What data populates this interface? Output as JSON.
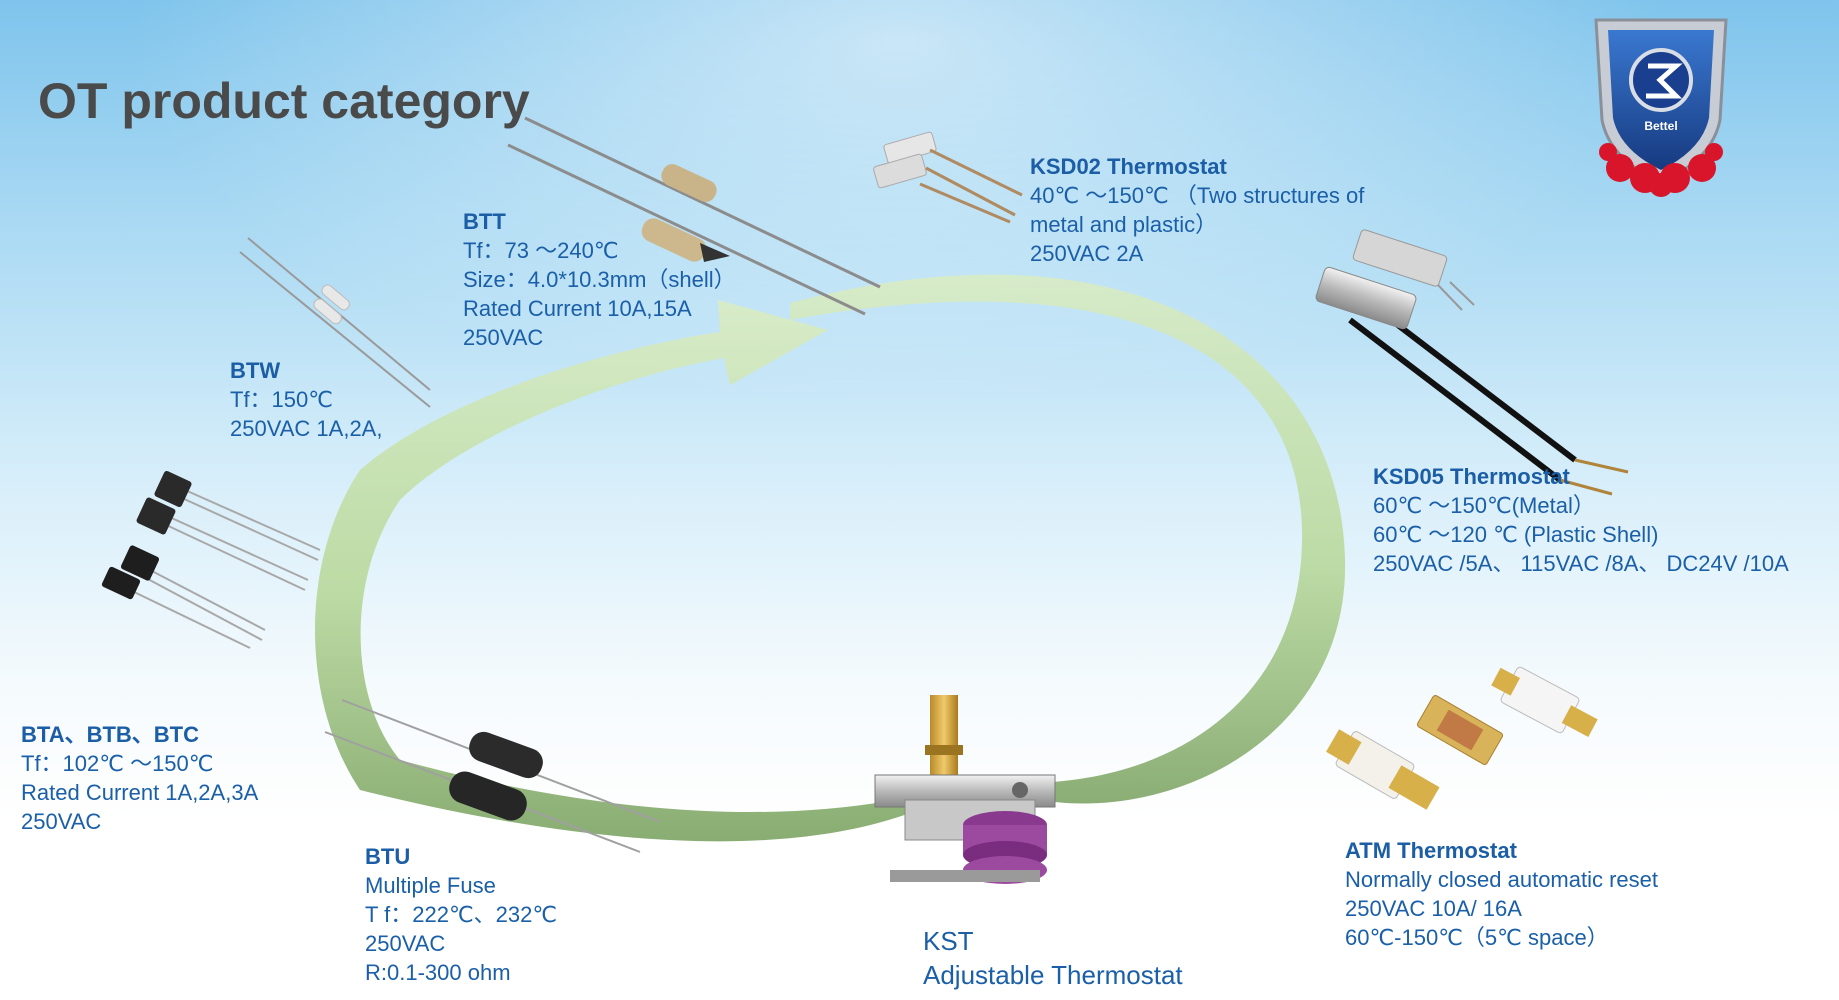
{
  "title": "OT product category",
  "logo": {
    "text": "Bettel",
    "icon": "shield-emblem-icon"
  },
  "colors": {
    "title": "#4a4a4a",
    "heading": "#1b5ea6",
    "text": "#1a5fa8",
    "arrow_light": "#cfe6b6",
    "arrow_dark": "#7fa868",
    "shield": "#1f4fa3"
  },
  "products": {
    "btt": {
      "name": "BTT",
      "lines": [
        "Tf：73 ～240℃",
        "Size：4.0*10.3mm（shell）",
        "Rated Current 10A,15A",
        "250VAC"
      ]
    },
    "ksd02": {
      "name": "KSD02 Thermostat",
      "lines": [
        "40℃ ～150℃ （Two structures of",
        "metal and plastic）",
        "250VAC  2A"
      ]
    },
    "btw": {
      "name": "BTW",
      "lines": [
        "Tf：150℃",
        "250VAC  1A,2A,"
      ]
    },
    "ksd05": {
      "name": "KSD05 Thermostat",
      "lines": [
        "60℃ ～150℃(Metal）",
        "60℃ ～120 ℃ (Plastic Shell)",
        "250VAC /5A、 115VAC /8A、  DC24V /10A"
      ]
    },
    "bta": {
      "name": "BTA、BTB、BTC",
      "lines": [
        "Tf：102℃ ～150℃",
        "Rated Current 1A,2A,3A",
        "250VAC"
      ]
    },
    "btu": {
      "name": "BTU",
      "lines": [
        "Multiple Fuse",
        "T f：222℃、232℃",
        "250VAC",
        "R:0.1-300  ohm"
      ]
    },
    "kst": {
      "name": "KST",
      "lines": [
        "Adjustable Thermostat"
      ]
    },
    "atm": {
      "name": "ATM Thermostat",
      "lines": [
        "Normally closed automatic reset",
        "250VAC  10A/ 16A",
        "60℃-150℃（5℃ space）"
      ]
    }
  }
}
